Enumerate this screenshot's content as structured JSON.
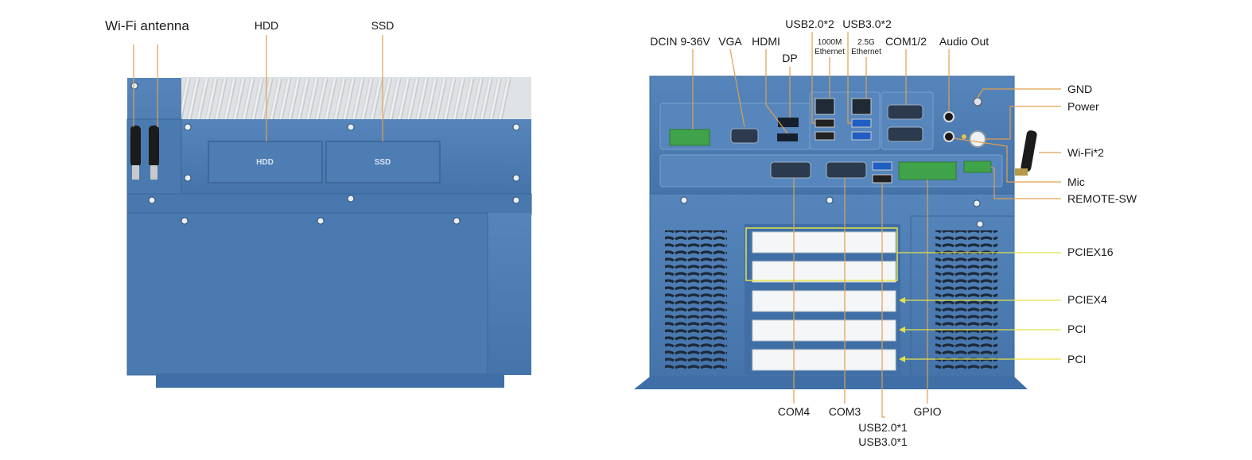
{
  "left_view": {
    "labels": {
      "wifi_antenna": "Wi-Fi antenna",
      "hdd": "HDD",
      "ssd": "SSD"
    },
    "bay_labels": {
      "hdd": "HDD",
      "ssd": "SSD"
    }
  },
  "right_view": {
    "top_labels": {
      "dcin": "DCIN 9-36V",
      "vga": "VGA",
      "hdmi": "HDMI",
      "dp": "DP",
      "usb2": "USB2.0*2",
      "usb3": "USB3.0*2",
      "eth1_line1": "1000M",
      "eth1_line2": "Ethernet",
      "eth2_line1": "2.5G",
      "eth2_line2": "Ethernet",
      "com12": "COM1/2",
      "audio": "Audio Out"
    },
    "right_labels": {
      "gnd": "GND",
      "power": "Power",
      "wifi2": "Wi-Fi*2",
      "mic": "Mic",
      "remote": "REMOTE-SW",
      "pciex16": "PCIEX16",
      "pciex4": "PCIEX4",
      "pci1": "PCI",
      "pci2": "PCI"
    },
    "bottom_labels": {
      "com4": "COM4",
      "com3": "COM3",
      "usb_line1": "USB2.0*1",
      "usb_line2": "USB3.0*1",
      "gpio": "GPIO"
    }
  },
  "colors": {
    "chassis": "#4f7fb5",
    "chassis_dark": "#3c6799",
    "leader_line": "#e0a050",
    "pcie_line": "#e6e24a"
  }
}
